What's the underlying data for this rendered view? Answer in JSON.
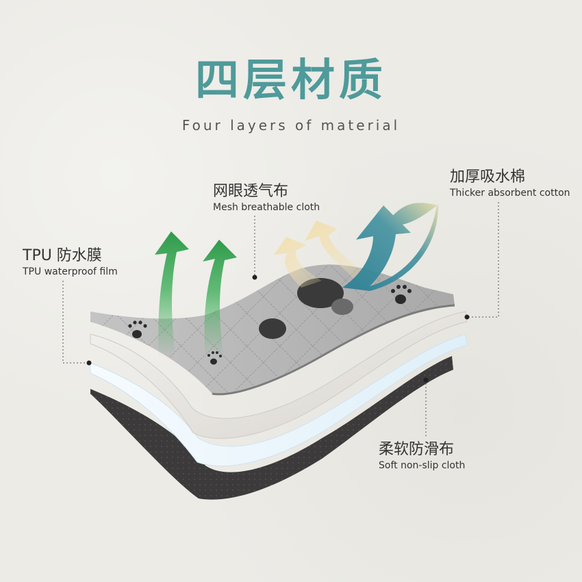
{
  "heading": {
    "title_cn": "四层材质",
    "title_en": "Four layers of material"
  },
  "layers": [
    {
      "id": "tpu",
      "cn": "TPU 防水膜",
      "en": "TPU waterproof film"
    },
    {
      "id": "mesh",
      "cn": "网眼透气布",
      "en": "Mesh breathable cloth"
    },
    {
      "id": "cotton",
      "cn": "加厚吸水棉",
      "en": "Thicker absorbent cotton"
    },
    {
      "id": "nonslip",
      "cn": "柔软防滑布",
      "en": "Soft non-slip cloth"
    }
  ],
  "colors": {
    "title": "#4f9a9a",
    "background": "#ecebe6",
    "arrow_green": "#3fae5a",
    "arrow_cream": "#f2dfae",
    "arrow_teal": "#2a7f94",
    "layer_top": "#bcbcbc",
    "layer_cotton": "#e7e4df",
    "layer_film": "#e9f4fb",
    "layer_bottom": "#3c3a3a"
  }
}
